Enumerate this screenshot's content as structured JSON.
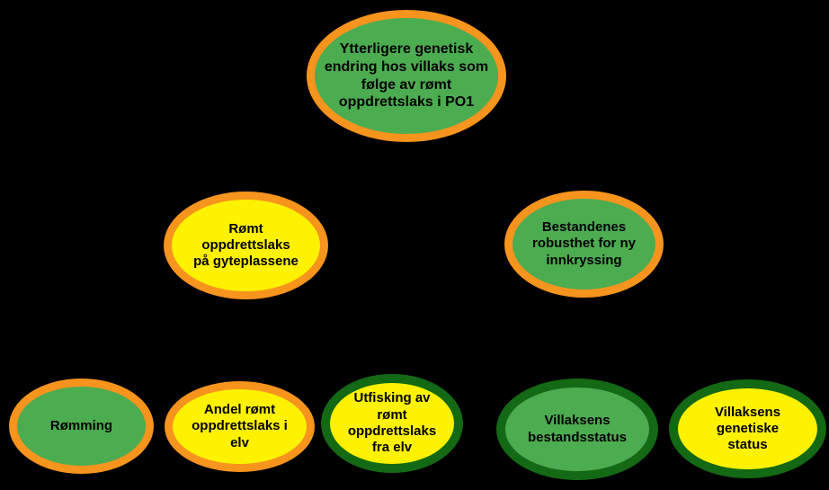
{
  "colors": {
    "background": "#000000",
    "orange": "#f7941d",
    "green": "#4cac50",
    "yellow": "#fff200",
    "dark-green": "#146914",
    "text": "#000000"
  },
  "diagram": {
    "description": "Risk factor tree: ellipses on black background, no visible connector lines",
    "nodes": [
      {
        "id": "outcome",
        "label": "Ytterligere genetisk endring hos villaks som følge av rømt oppdrettslaks i PO1",
        "fill": "green",
        "border": "orange"
      },
      {
        "id": "gyte",
        "label": "Rømt oppdrettslaks på gyteplassene",
        "fill": "yellow",
        "border": "orange"
      },
      {
        "id": "robust",
        "label": "Bestandenes robusthet for ny innkryssing",
        "fill": "green",
        "border": "orange"
      },
      {
        "id": "romming",
        "label": "Rømming",
        "fill": "green",
        "border": "orange"
      },
      {
        "id": "andel",
        "label": "Andel rømt oppdrettslaks i elv",
        "fill": "yellow",
        "border": "orange"
      },
      {
        "id": "utfisking",
        "label": "Utfisking av rømt oppdrettslaks fra elv",
        "fill": "yellow",
        "border": "darkgreen"
      },
      {
        "id": "bestand",
        "label": "Villaksens bestandsstatus",
        "fill": "green",
        "border": "darkgreen"
      },
      {
        "id": "genetisk",
        "label": "Villaksens genetiske status",
        "fill": "yellow",
        "border": "darkgreen"
      }
    ]
  }
}
